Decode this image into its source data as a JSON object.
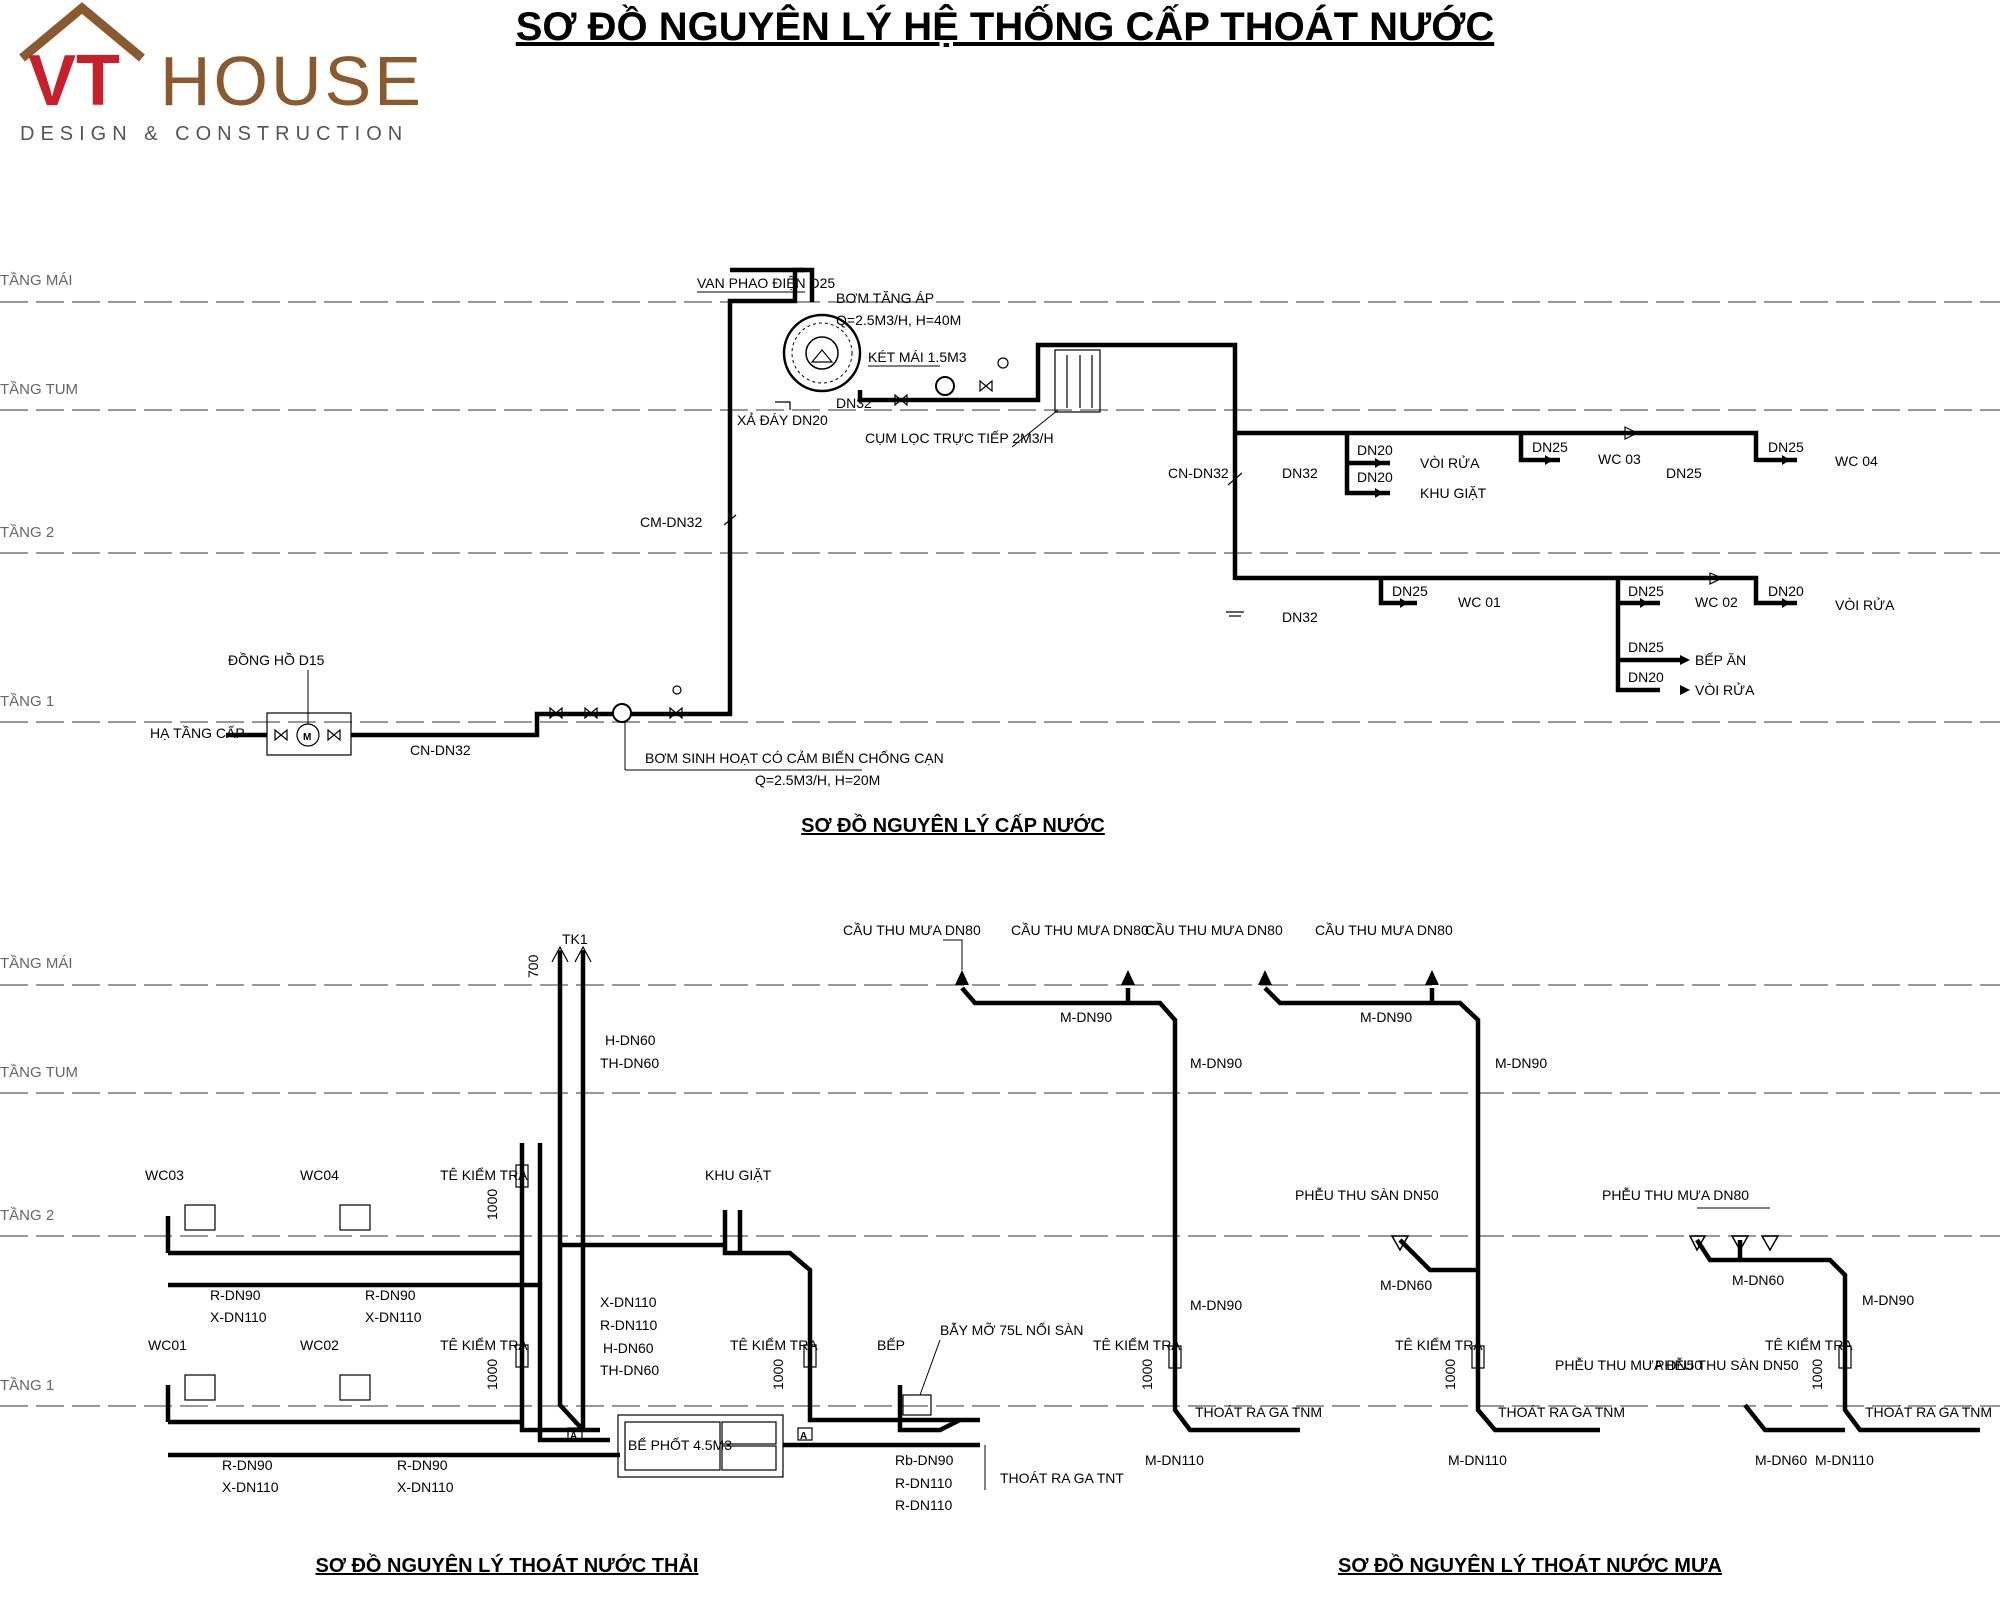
{
  "main_title": "SƠ ĐỒ NGUYÊN LÝ HỆ THỐNG CẤP THOÁT NƯỚC",
  "logo": {
    "vt": "VT",
    "house": "HOUSE",
    "tagline": "DESIGN & CONSTRUCTION",
    "brand_red": "#c8202a",
    "brand_brown": "#8a5a2e"
  },
  "levels": {
    "mai": "TẦNG MÁI",
    "tum": "TẦNG TUM",
    "t2": "TẦNG 2",
    "t1": "TẦNG 1"
  },
  "supply": {
    "title": "SƠ ĐỒ NGUYÊN LÝ CẤP NƯỚC",
    "van_phao": "VAN PHAO ĐIỆN D25",
    "bom_tang_ap": "BƠM TĂNG ÁP",
    "bom_tang_ap_spec": "Q=2.5M3/H, H=40M",
    "ket_mai": "KÉT MÁI 1.5M3",
    "xa_day": "XẢ ĐÁY DN20",
    "dn32_tank": "DN32",
    "cum_loc": "CỤM LỌC TRỰC TIẾP 2M3/H",
    "cm_dn32": "CM-DN32",
    "cn_dn32_riser": "CN-DN32",
    "cn_dn32_main": "CN-DN32",
    "dong_ho": "ĐỒNG HỒ D15",
    "ha_tang": "HẠ TẦNG CẤP",
    "bom_sinh_hoat": "BƠM SINH HOẠT CÓ CẢM BIẾN CHỐNG CẠN",
    "bom_sinh_hoat_spec": "Q=2.5M3/H, H=20M",
    "upper": {
      "dn32": "DN32",
      "dn20a": "DN20",
      "voi_rua": "VÒI RỬA",
      "dn20b": "DN20",
      "khu_giat": "KHU GIẶT",
      "dn25a": "DN25",
      "wc03": "WC 03",
      "dn25b": "DN25",
      "dn25c": "DN25",
      "wc04": "WC 04"
    },
    "lower": {
      "dn32": "DN32",
      "dn25a": "DN25",
      "wc01": "WC 01",
      "dn25b": "DN25",
      "wc02": "WC 02",
      "dn20a": "DN20",
      "voi_rua": "VÒI RỬA",
      "dn25c": "DN25",
      "bep_an": "BẾP ĂN",
      "dn20b": "DN20",
      "voi_rua2": "VÒI RỬA"
    }
  },
  "waste": {
    "title": "SƠ ĐỒ NGUYÊN LÝ THOÁT NƯỚC THẢI",
    "tk1": "TK1",
    "dim700": "700",
    "h_dn60": "H-DN60",
    "th_dn60": "TH-DN60",
    "te_kiem_tra_top": "TÊ KIỂM TRA",
    "te_kiem_tra_bot": "TÊ KIỂM TRA",
    "dim1000a": "1000",
    "dim1000b": "1000",
    "wc03": "WC03",
    "wc04": "WC04",
    "wc01": "WC01",
    "wc02": "WC02",
    "r_dn90a": "R-DN90",
    "x_dn110a": "X-DN110",
    "r_dn90b": "R-DN90",
    "x_dn110b": "X-DN110",
    "r_dn90c": "R-DN90",
    "x_dn110c": "X-DN110",
    "r_dn90d": "R-DN90",
    "x_dn110d": "X-DN110",
    "riser_labels": [
      "X-DN110",
      "R-DN110",
      "H-DN60",
      "TH-DN60"
    ],
    "khu_giat": "KHU GIẶT",
    "te_kiem_tra_giat": "TÊ KIỂM TRA",
    "dim1000c": "1000",
    "be_phot": "BỂ PHỐT 4.5M3",
    "bep": "BẾP",
    "bay_mo": "BẪY MỠ 75L NỔI SÀN",
    "out_labels": [
      "Rb-DN90",
      "R-DN110",
      "R-DN110"
    ],
    "thoat_tnt": "THOÁT RA GA TNT",
    "marker_a": "A"
  },
  "rain": {
    "title": "SƠ ĐỒ NGUYÊN LÝ THOÁT NƯỚC MƯA",
    "cau_thu": [
      "CẦU THU MƯA DN80",
      "CẦU THU MƯA DN80",
      "CẦU THU MƯA DN80",
      "CẦU THU MƯA DN80"
    ],
    "m_dn90_top1": "M-DN90",
    "m_dn90_top2": "M-DN90",
    "m_dn90_riser1": "M-DN90",
    "m_dn90_riser2": "M-DN90",
    "m_dn90_riser1b": "M-DN90",
    "m_dn90_riser3": "M-DN90",
    "pheu_san": "PHỄU THU SÀN DN50",
    "pheu_mua": "PHỄU THU MƯA DN80",
    "m_dn60a": "M-DN60",
    "m_dn60b": "M-DN60",
    "te_kiem_tra": [
      "TÊ KIỂM TRA",
      "TÊ KIỂM TRA",
      "TÊ KIỂM TRA"
    ],
    "dim1000": [
      "1000",
      "1000",
      "1000"
    ],
    "thoat_tnm": [
      "THOÁT RA GA TNM",
      "THOÁT RA GA TNM",
      "THOÁT RA GA TNM"
    ],
    "m_dn110": [
      "M-DN110",
      "M-DN110",
      "M-DN110"
    ],
    "pheu_mua_dn50": "PHỄU THU MƯA DN50",
    "pheu_san_dn50": "PHỄU THU SÀN DN50",
    "m_dn60c": "M-DN60"
  }
}
